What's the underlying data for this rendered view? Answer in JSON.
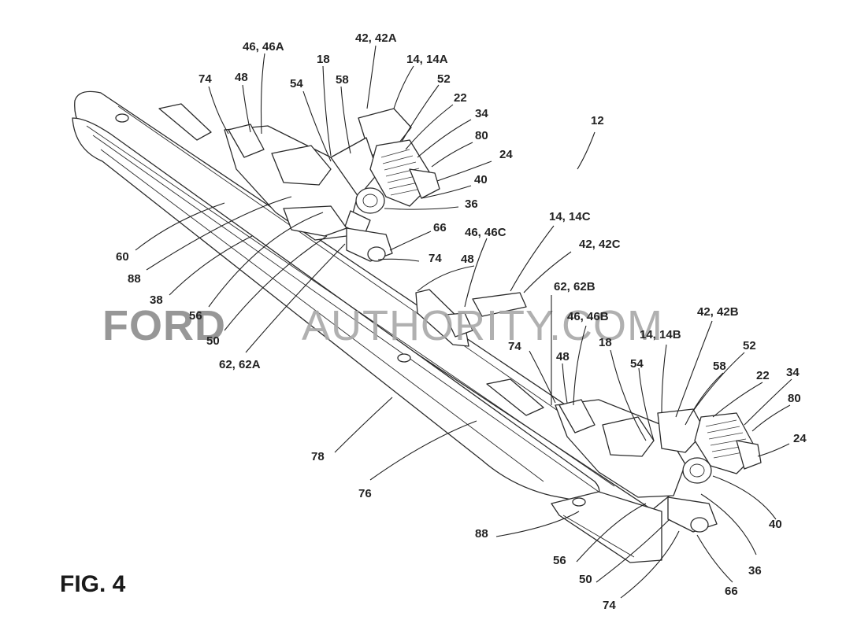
{
  "figure_label": "FIG. 4",
  "watermark": {
    "brand": "FORD",
    "site": "AUTHORITY.COM"
  },
  "labels": [
    {
      "id": "l-12",
      "text": "12"
    },
    {
      "id": "l-42-42a",
      "text": "42, 42A"
    },
    {
      "id": "l-46-46a",
      "text": "46, 46A"
    },
    {
      "id": "l-18-top",
      "text": "18"
    },
    {
      "id": "l-14-14a",
      "text": "14, 14A"
    },
    {
      "id": "l-74-top",
      "text": "74"
    },
    {
      "id": "l-48-top",
      "text": "48"
    },
    {
      "id": "l-54-top",
      "text": "54"
    },
    {
      "id": "l-58-top",
      "text": "58"
    },
    {
      "id": "l-52-top",
      "text": "52"
    },
    {
      "id": "l-22-top",
      "text": "22"
    },
    {
      "id": "l-34-top",
      "text": "34"
    },
    {
      "id": "l-80-top",
      "text": "80"
    },
    {
      "id": "l-24-top",
      "text": "24"
    },
    {
      "id": "l-40-top",
      "text": "40"
    },
    {
      "id": "l-36-top",
      "text": "36"
    },
    {
      "id": "l-66-top",
      "text": "66"
    },
    {
      "id": "l-74-mid",
      "text": "74"
    },
    {
      "id": "l-60",
      "text": "60"
    },
    {
      "id": "l-88-top",
      "text": "88"
    },
    {
      "id": "l-38",
      "text": "38"
    },
    {
      "id": "l-56-top",
      "text": "56"
    },
    {
      "id": "l-50-top",
      "text": "50"
    },
    {
      "id": "l-62-62a",
      "text": "62, 62A"
    },
    {
      "id": "l-14-14c",
      "text": "14, 14C"
    },
    {
      "id": "l-46-46c",
      "text": "46, 46C"
    },
    {
      "id": "l-42-42c",
      "text": "42, 42C"
    },
    {
      "id": "l-48-mid",
      "text": "48"
    },
    {
      "id": "l-62-62b",
      "text": "62, 62B"
    },
    {
      "id": "l-46-46b",
      "text": "46, 46B"
    },
    {
      "id": "l-42-42b",
      "text": "42, 42B"
    },
    {
      "id": "l-14-14b",
      "text": "14, 14B"
    },
    {
      "id": "l-74-low",
      "text": "74"
    },
    {
      "id": "l-48-low",
      "text": "48"
    },
    {
      "id": "l-18-low",
      "text": "18"
    },
    {
      "id": "l-52-low",
      "text": "52"
    },
    {
      "id": "l-54-low",
      "text": "54"
    },
    {
      "id": "l-58-low",
      "text": "58"
    },
    {
      "id": "l-22-low",
      "text": "22"
    },
    {
      "id": "l-34-low",
      "text": "34"
    },
    {
      "id": "l-80-low",
      "text": "80"
    },
    {
      "id": "l-24-low",
      "text": "24"
    },
    {
      "id": "l-78",
      "text": "78"
    },
    {
      "id": "l-76",
      "text": "76"
    },
    {
      "id": "l-40-low",
      "text": "40"
    },
    {
      "id": "l-88-low",
      "text": "88"
    },
    {
      "id": "l-36-low",
      "text": "36"
    },
    {
      "id": "l-56-low",
      "text": "56"
    },
    {
      "id": "l-50-low",
      "text": "50"
    },
    {
      "id": "l-66-low",
      "text": "66"
    },
    {
      "id": "l-74-bottom",
      "text": "74"
    }
  ]
}
